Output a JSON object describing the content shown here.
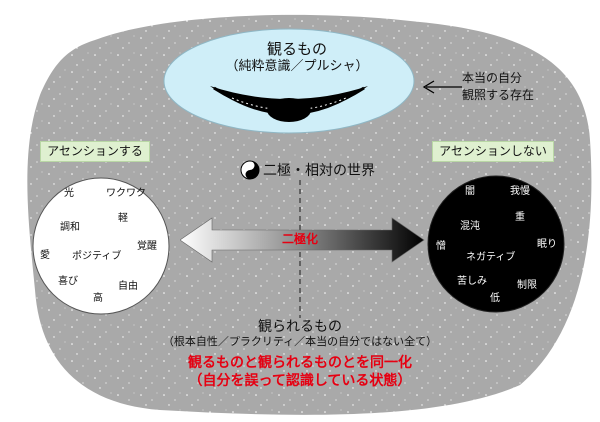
{
  "eye": {
    "title": "観るもの",
    "subtitle": "（純粋意識／プルシャ）"
  },
  "note": {
    "line1": "本当の自分",
    "line2": "観照する存在"
  },
  "center": {
    "world_label": "二極・相対の世界",
    "arrow_label": "二極化"
  },
  "left_tag": "アセンションする",
  "right_tag": "アセンションしない",
  "left_words": [
    "光",
    "ワクワク",
    "調和",
    "軽",
    "覚醒",
    "愛",
    "ポジティブ",
    "喜び",
    "自由",
    "高"
  ],
  "right_words": [
    "闇",
    "我慢",
    "混沌",
    "重",
    "憎",
    "眠り",
    "ネガティブ",
    "苦しみ",
    "制限",
    "低"
  ],
  "seen": {
    "title": "観られるもの",
    "subtitle": "（根本自性／プラクリティ／本当の自分ではない全て）"
  },
  "identification": {
    "line1": "観るものと観られるものとを同一化",
    "line2": "（自分を誤って認識している状態）"
  },
  "colors": {
    "galaxy": "#a9a9a9",
    "eye_fill": "#cfeef8",
    "tag_fill": "#dff0d0",
    "accent_red": "#e60012",
    "dark_circle": "#000000",
    "light_circle": "#ffffff"
  }
}
